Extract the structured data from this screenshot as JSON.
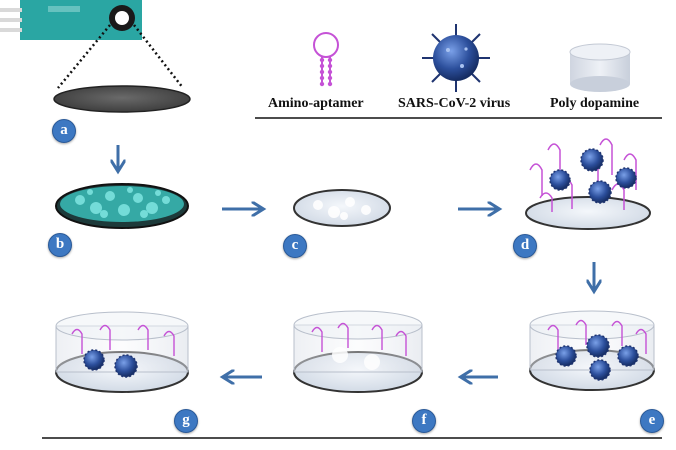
{
  "legend": {
    "amino_aptamer": "Amino-aptamer",
    "virus": "SARS-CoV-2 virus",
    "polydopamine": "Poly dopamine"
  },
  "steps": [
    "a",
    "b",
    "c",
    "d",
    "e",
    "f",
    "g"
  ],
  "colors": {
    "arrow": "#3f6fa8",
    "badge": "#3d78c2",
    "aptamer": "#c552d6",
    "virus": "#2c4f9c",
    "electrode_rim": "#2e2e2e",
    "sensor_body": "#2aa6a3",
    "nanostructure": "#4fd3cf"
  }
}
